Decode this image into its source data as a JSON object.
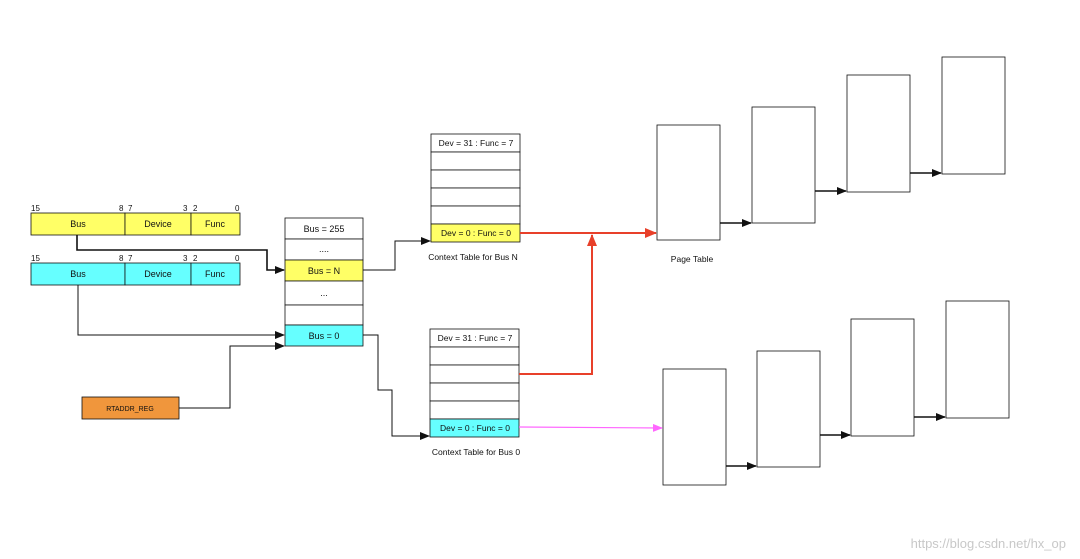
{
  "colors": {
    "yellow": "#ffff66",
    "cyan": "#66ffff",
    "orange": "#f0963c",
    "red": "#e8402a",
    "magenta": "#ff66ff",
    "black": "#111111"
  },
  "requester_yellow": {
    "bit_labels": [
      "15",
      "8",
      "7",
      "3",
      "2",
      "0"
    ],
    "fields": [
      "Bus",
      "Device",
      "Func"
    ]
  },
  "requester_cyan": {
    "bit_labels": [
      "15",
      "8",
      "7",
      "3",
      "2",
      "0"
    ],
    "fields": [
      "Bus",
      "Device",
      "Func"
    ]
  },
  "rtaddr": {
    "label": "RTADDR_REG"
  },
  "root_table": {
    "rows": [
      "Bus = 255",
      "....",
      "Bus = N",
      "...",
      "",
      "Bus = 0"
    ]
  },
  "context_table_n": {
    "rows": [
      "Dev = 31 : Func = 7",
      "",
      "",
      "",
      "",
      "Dev = 0 : Func = 0"
    ],
    "caption": "Context Table  for Bus N"
  },
  "context_table_0": {
    "rows": [
      "Dev = 31 : Func = 7",
      "",
      "",
      "",
      "",
      "Dev = 0 : Func = 0"
    ],
    "caption": "Context Table  for Bus 0"
  },
  "page_table": {
    "caption": "Page Table"
  },
  "watermark": "https://blog.csdn.net/hx_op"
}
